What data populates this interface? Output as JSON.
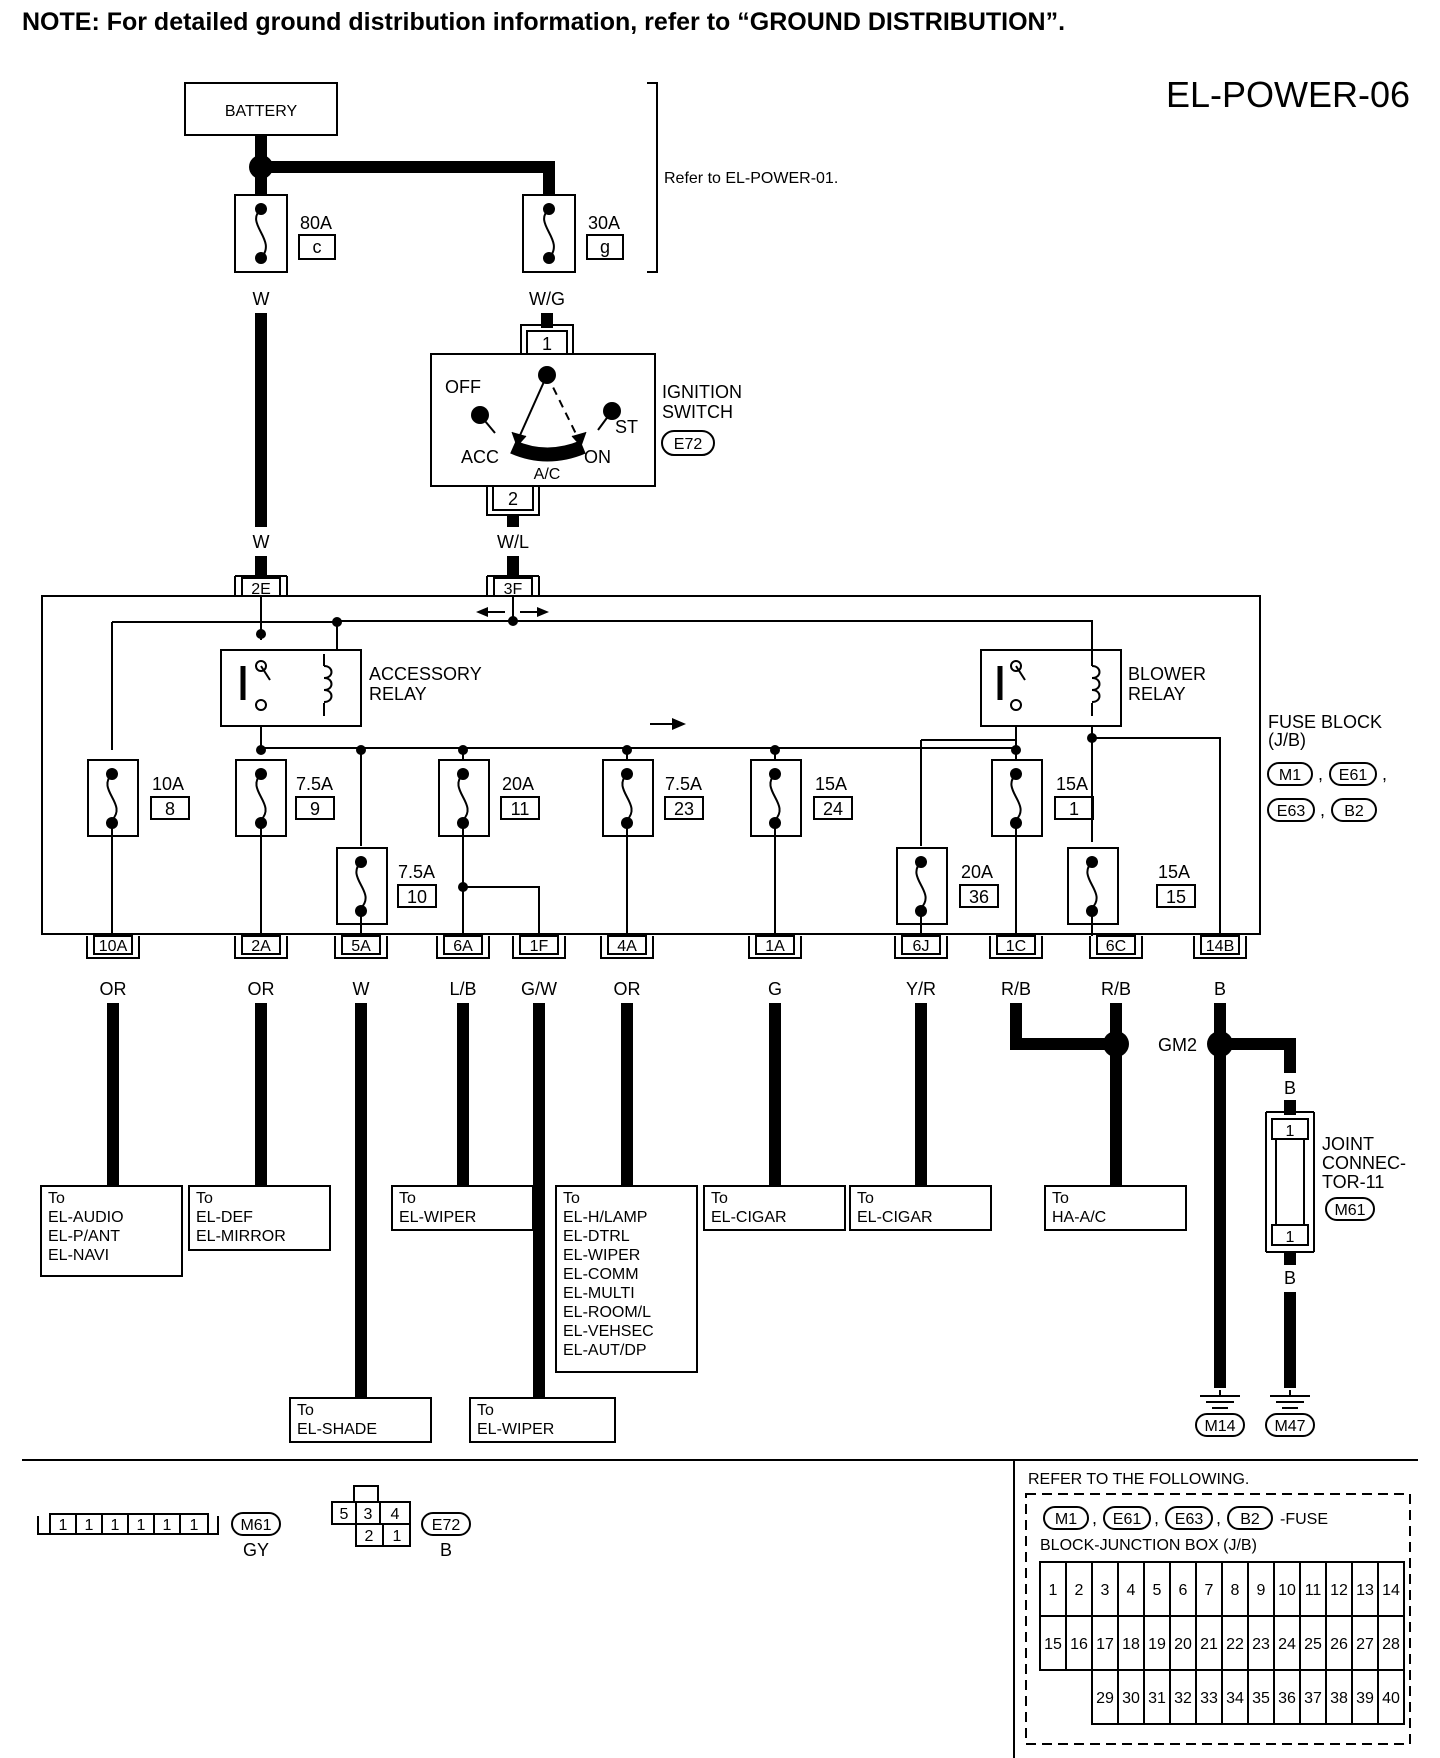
{
  "note": "NOTE: For detailed ground distribution information, refer to “GROUND DISTRIBUTION”.",
  "page_id": "EL-POWER-06",
  "battery": {
    "label": "BATTERY"
  },
  "refer_top": "Refer to EL-POWER-01.",
  "fusible_links": [
    {
      "amp": "80A",
      "id": "c",
      "wire": "W"
    },
    {
      "amp": "30A",
      "id": "g",
      "wire": "W/G"
    }
  ],
  "ignition_switch": {
    "title": [
      "IGNITION",
      "SWITCH"
    ],
    "connector": "E72",
    "pin_in": "1",
    "pin_out": "2",
    "positions": {
      "off": "OFF",
      "acc": "ACC",
      "on": "ON",
      "st": "ST",
      "ac": "A/C"
    },
    "wire_out": "W/L"
  },
  "wire_w": "W",
  "inputs": [
    {
      "terminal": "2E"
    },
    {
      "terminal": "3F"
    }
  ],
  "relays": {
    "accessory": [
      "ACCESSORY",
      "RELAY"
    ],
    "blower": [
      "BLOWER",
      "RELAY"
    ]
  },
  "fuse_block": {
    "title": [
      "FUSE BLOCK",
      "(J/B)"
    ],
    "connectors": [
      "M1",
      "E61",
      "E63",
      "B2"
    ]
  },
  "fuses": [
    {
      "amp": "10A",
      "num": "8"
    },
    {
      "amp": "7.5A",
      "num": "9"
    },
    {
      "amp": "7.5A",
      "num": "10"
    },
    {
      "amp": "20A",
      "num": "11"
    },
    {
      "amp": "7.5A",
      "num": "23"
    },
    {
      "amp": "15A",
      "num": "24"
    },
    {
      "amp": "20A",
      "num": "36"
    },
    {
      "amp": "15A",
      "num": "1"
    },
    {
      "amp": "15A",
      "num": "15"
    }
  ],
  "outputs": [
    {
      "terminal": "10A",
      "wire": "OR"
    },
    {
      "terminal": "2A",
      "wire": "OR"
    },
    {
      "terminal": "5A",
      "wire": "W"
    },
    {
      "terminal": "6A",
      "wire": "L/B"
    },
    {
      "terminal": "1F",
      "wire": "G/W"
    },
    {
      "terminal": "4A",
      "wire": "OR"
    },
    {
      "terminal": "1A",
      "wire": "G"
    },
    {
      "terminal": "6J",
      "wire": "Y/R"
    },
    {
      "terminal": "1C",
      "wire": "R/B"
    },
    {
      "terminal": "6C",
      "wire": "R/B"
    },
    {
      "terminal": "14B",
      "wire": "B"
    }
  ],
  "destinations": [
    {
      "lines": [
        "To",
        "EL-AUDIO",
        "EL-P/ANT",
        "EL-NAVI"
      ]
    },
    {
      "lines": [
        "To",
        "EL-DEF",
        "EL-MIRROR"
      ]
    },
    {
      "lines": [
        "To",
        "EL-WIPER"
      ]
    },
    {
      "lines": [
        "To",
        "EL-H/LAMP",
        "EL-DTRL",
        "EL-WIPER",
        "EL-COMM",
        "EL-MULTI",
        "EL-ROOM/L",
        "EL-VEHSEC",
        "EL-AUT/DP"
      ]
    },
    {
      "lines": [
        "To",
        "EL-CIGAR"
      ]
    },
    {
      "lines": [
        "To",
        "EL-CIGAR"
      ]
    },
    {
      "lines": [
        "To",
        "HA-A/C"
      ]
    },
    {
      "lines": [
        "To",
        "EL-SHADE"
      ]
    },
    {
      "lines": [
        "To",
        "EL-WIPER"
      ]
    }
  ],
  "ground": {
    "gm_label": "GM2",
    "wire": "B",
    "wire2": "B",
    "wire3": "B",
    "points": [
      "M14",
      "M47"
    ]
  },
  "joint_connector": {
    "title": [
      "JOINT",
      "CONNEC-",
      "TOR-11"
    ],
    "connector": "M61",
    "pin_top": "1",
    "pin_bottom": "1"
  },
  "legend": {
    "m61": {
      "pins": [
        "1",
        "1",
        "1",
        "1",
        "1",
        "1"
      ],
      "id": "M61",
      "color": "GY"
    },
    "e72": {
      "pins_top": [
        "5",
        "3",
        "4"
      ],
      "pins_bottom": [
        "2",
        "1"
      ],
      "id": "E72",
      "color": "B"
    },
    "refer_title": "REFER TO THE FOLLOWING.",
    "jb_suffix": "-FUSE",
    "jb_line2": "BLOCK-JUNCTION BOX (J/B)",
    "grid_row1": [
      "1",
      "2",
      "3",
      "4",
      "5",
      "6",
      "7",
      "8",
      "9",
      "10",
      "11",
      "12",
      "13",
      "14"
    ],
    "grid_row2": [
      "15",
      "16",
      "17",
      "18",
      "19",
      "20",
      "21",
      "22",
      "23",
      "24",
      "25",
      "26",
      "27",
      "28"
    ],
    "grid_row3": [
      "29",
      "30",
      "31",
      "32",
      "33",
      "34",
      "35",
      "36",
      "37",
      "38",
      "39",
      "40"
    ]
  }
}
